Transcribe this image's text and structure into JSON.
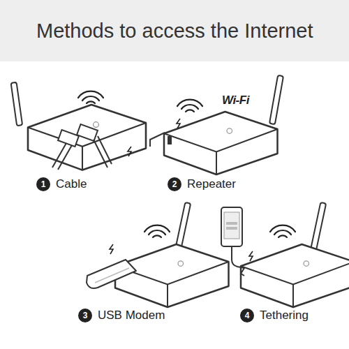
{
  "diagram": {
    "title": "Methods to access the Internet",
    "labels": [
      "1",
      "Cable",
      "Wi-Fi",
      "2",
      "Repeater",
      "3",
      "USB Modem",
      "4",
      "Tethering"
    ]
  }
}
